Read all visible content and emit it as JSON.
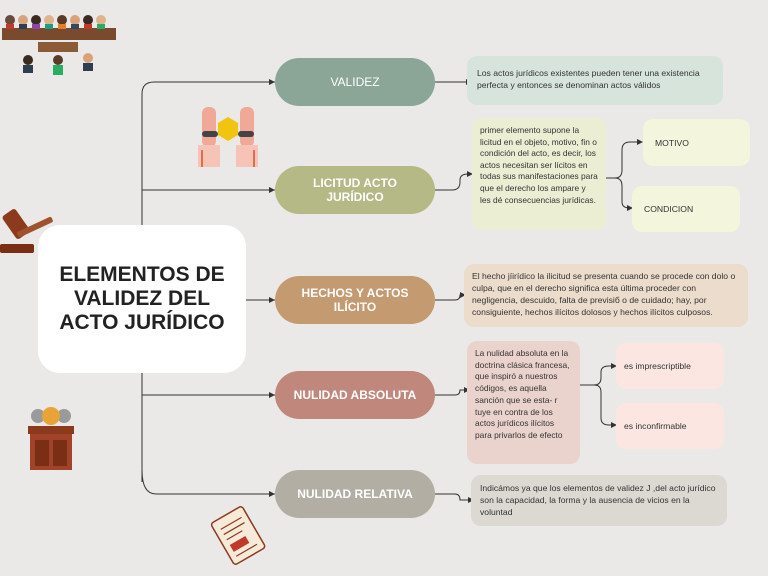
{
  "center": {
    "title": "ELEMENTOS DE VALIDEZ DEL ACTO JURÍDICO"
  },
  "branches": [
    {
      "label": "VALIDEZ",
      "color": "#8ba596",
      "note": "Los actos jurídicos existentes pueden tener una existencia perfecta y entonces se denominan actos válidos",
      "note_color": "#d7e4dc"
    },
    {
      "label": "LICITUD ACTO JURÍDICO",
      "color": "#b4b985",
      "note": " primer elemento supone la licitud en el objeto, motivo, fin o condición del acto, es decir, los actos necesitan ser lícitos en todas sus manifestaciones para que el derecho los ampare y les dé consecuencias jurídicas.",
      "note_color": "#eceed4",
      "children": [
        "MOTIVO",
        "CONDICION"
      ],
      "children_color": "#f3f5dd"
    },
    {
      "label": "HECHOS Y ACTOS ILÍCITO",
      "color": "#c49a70",
      "note": "El hecho jíirídico la ilicitud se presenta cuando se procede con dolo o culpa, que en el derecho significa esta última proceder con negligencia, descuido, falta de previsiб o de cuidado; hay, por consiguiente, hechos ilícitos dolosos y hechos ilícitos culposos.",
      "note_color": "#ecdccb"
    },
    {
      "label": "NULIDAD ABSOLUTA",
      "color": "#c0877d",
      "note": "La nulidad absoluta en la doctrina clásica francesa, que inspiró a nuestros códigos, es aquella sanción que se esta- r tuye en contra de los actos jurídicos ilícitos para privarlos de efecto",
      "note_color": "#ebd3cd",
      "children": [
        "es imprescriptible",
        "es inconfirmable"
      ],
      "children_color": "#fbe6e1"
    },
    {
      "label": "NULIDAD RELATIVA",
      "color": "#b3aea3",
      "note": "Indicámos ya que los elementos de validez J ,del acto jurídico son la capacidad, la forma y la ausencia de vicios en la voluntad",
      "note_color": "#dcd9d3"
    }
  ],
  "colors": {
    "background": "#eae9e7",
    "connector": "#333333"
  },
  "icons": [
    "courtroom-icon",
    "handcuffs-icon",
    "gavel-icon",
    "judge-podium-icon",
    "legal-document-icon"
  ]
}
